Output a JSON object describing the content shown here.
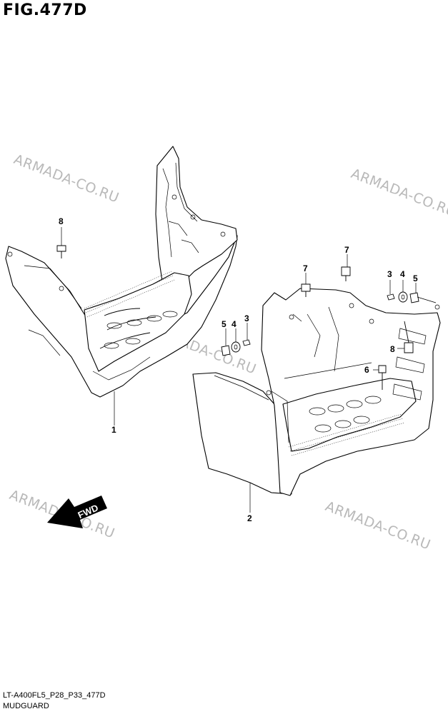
{
  "figure": {
    "title": "FIG.477D"
  },
  "footer": {
    "model_code": "LT-A400FL5_P28_P33_477D",
    "section_name": "MUDGUARD"
  },
  "watermark": {
    "text": "ARMADA-CO.RU"
  },
  "direction_arrow": {
    "label": "FWD"
  },
  "callouts": [
    {
      "id": "c1",
      "label": "1"
    },
    {
      "id": "c2",
      "label": "2"
    },
    {
      "id": "c3a",
      "label": "3"
    },
    {
      "id": "c4a",
      "label": "4"
    },
    {
      "id": "c5a",
      "label": "5"
    },
    {
      "id": "c3b",
      "label": "3"
    },
    {
      "id": "c4b",
      "label": "4"
    },
    {
      "id": "c5b",
      "label": "5"
    },
    {
      "id": "c6",
      "label": "6"
    },
    {
      "id": "c7a",
      "label": "7"
    },
    {
      "id": "c7b",
      "label": "7"
    },
    {
      "id": "c8a",
      "label": "8"
    },
    {
      "id": "c8b",
      "label": "8"
    }
  ]
}
